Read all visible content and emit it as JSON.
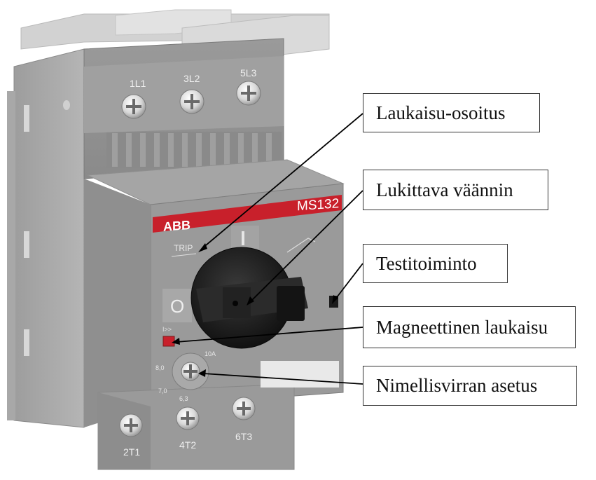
{
  "device": {
    "brand": "ABB",
    "model": "MS132",
    "terminals_top": [
      "1L1",
      "3L2",
      "5L3"
    ],
    "terminals_bottom": [
      "2T1",
      "4T2",
      "6T3"
    ],
    "trip_label": "TRIP",
    "off_symbol": "O",
    "on_symbol": "I",
    "dial_labels": [
      "10A",
      "8,0",
      "7,0",
      "6,3"
    ],
    "magnetic_symbol": "I>>"
  },
  "callouts": [
    {
      "label": "Laukaisu-osoitus"
    },
    {
      "label": "Lukittava väännin"
    },
    {
      "label": "Testitoiminto"
    },
    {
      "label": "Magneettinen laukaisu"
    },
    {
      "label": "Nimellisvirran asetus"
    }
  ],
  "colors": {
    "body": "#8e8e8e",
    "body_dark": "#6f6f6f",
    "brand_red": "#c8202b",
    "knob": "#1c1c1c",
    "din_clip": "#c9c9c9"
  }
}
